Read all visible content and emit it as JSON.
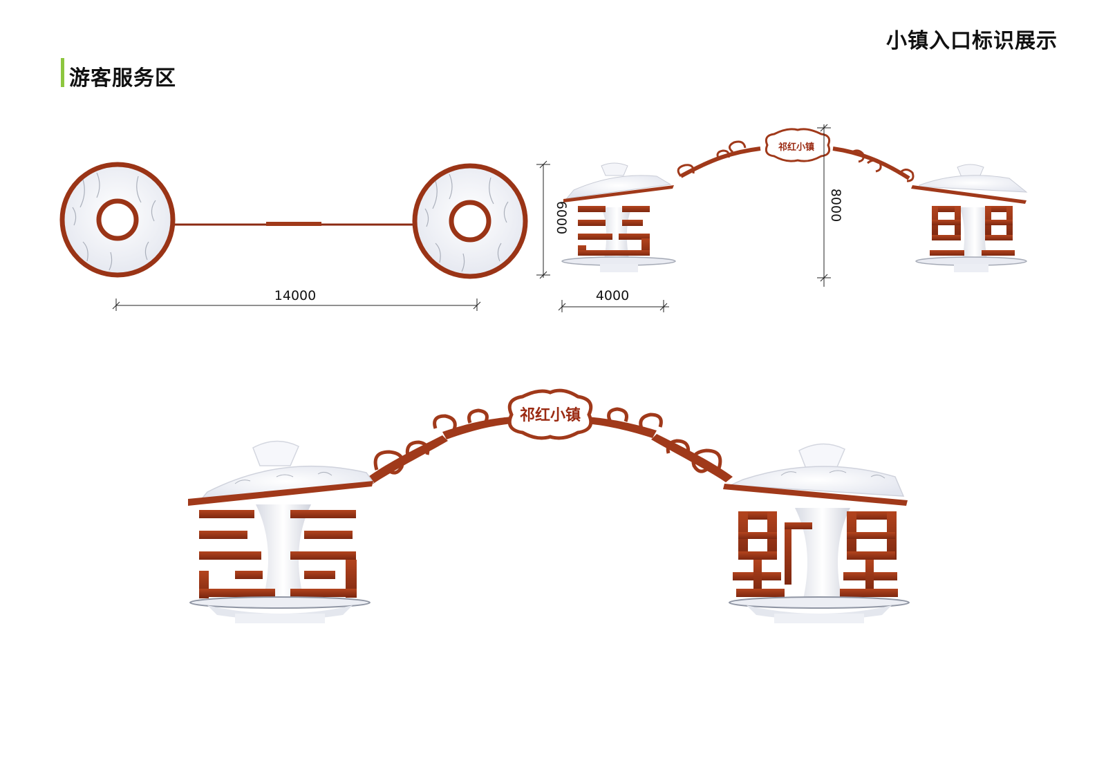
{
  "header": {
    "page_title": "小镇入口标识展示",
    "section_title": "游客服务区",
    "accent_color": "#8dc63f"
  },
  "plan_view": {
    "width_dimension": "14000"
  },
  "elevation_view": {
    "pillar_width_dimension": "4000",
    "pillar_height_dimension": "6000",
    "total_height_dimension": "8000",
    "sign_text": "祁红小镇"
  },
  "rendering": {
    "sign_text": "祁红小镇"
  },
  "colors": {
    "rust": "#a0391a",
    "porcelain": "#eef0f6",
    "ink": "#111111"
  }
}
